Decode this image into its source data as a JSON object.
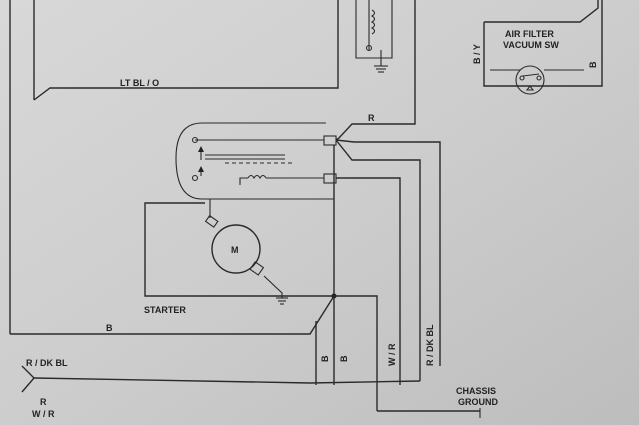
{
  "labels": {
    "lt_bl_o": "LT BL / O",
    "r_top": "R",
    "air_filter": "AIR FILTER",
    "vacuum_sw": "VACUUM SW",
    "b_y": "B / Y",
    "b_right": "B",
    "motor": "M",
    "starter": "STARTER",
    "b_main": "B",
    "r_dk_bl_left": "R / DK BL",
    "r_left": "R",
    "w_r_left": "W / R",
    "b_vert_1": "B",
    "b_vert_2": "B",
    "w_r_vert": "W / R",
    "r_dk_bl_vert": "R / DK BL",
    "chassis": "CHASSIS",
    "ground": "GROUND"
  },
  "colors": {
    "paper": "#cfcfcf",
    "ink": "#2a2a2a"
  }
}
